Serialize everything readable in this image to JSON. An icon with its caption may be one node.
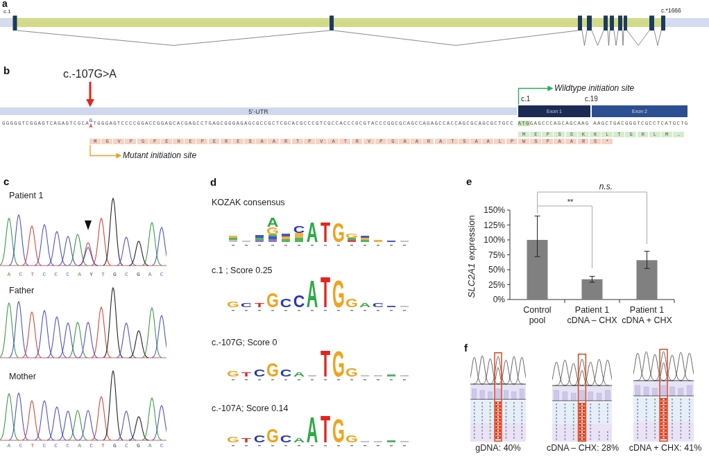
{
  "diagram": {
    "nodes": [
      {
        "text": [
          "c.-107G>A"
        ]
      },
      {
        "text": [
          "Wildtype initiation site"
        ]
      },
      {
        "text": [
          "5’-UTR"
        ]
      },
      {
        "text": [
          "Exon 1"
        ]
      },
      {
        "text": [
          "Exon 2"
        ]
      },
      {
        "text": [
          "M G V P G P E H E P E R E S A A R T P V A T R V P G A A R A T S A A L P W S P A A R S *"
        ]
      },
      {
        "text": [
          "Mutant initiation site"
        ]
      }
    ],
    "edges": [
      {
        "from": 0,
        "to": 2,
        "arrow": "to",
        "style": "thick",
        "color": "#e5231b"
      },
      {
        "from": 3,
        "to": 1,
        "arrow": "to",
        "color": "#22b05a"
      },
      {
        "from": 5,
        "to": 6,
        "arrow": "to",
        "color": "#f29c2f"
      }
    ],
    "labels": [
      "a",
      "c.1",
      "c.*1666",
      "b",
      "c.1",
      "c.19",
      "GGGGGTCGGAGTCAGAGTCGCA",
      "G",
      "A",
      "TGGGAGTCCCCGGACCGGAGCACGAGCCTGAGCGGGAGAGCGCCGCTCGCACGCCCGTCGCCACCCGCGTACCCGGCGCAGCCAGAGCCACCAGCGCAGCGCTGCC",
      "ATG",
      "GAGCCCAGCAGCAAG AAGCTGACGGGTCGCCTCATGCTG",
      "M E P S S K K L T G R L M …",
      "c",
      "Patient 1",
      "A C T C C C A Y T G C G A C",
      "Father",
      "Mother",
      "A C T C C C A C T G C G A C",
      "d",
      "KOZAK consensus",
      "AG CATGG",
      "c.1 ; Score 0.25",
      "GC TGCCATGGAC",
      "c.-107G; Score 0",
      "GTCGCA TGG",
      "c.-107A; Score 0.14",
      "GTCGCAATGG",
      "e",
      "f",
      "gDNA: 40%",
      "cDNA – CHX: 28%",
      "cDNA + CHX: 41%"
    ],
    "chart_data": {
      "type": "bar",
      "ylabel": "*SLC2A1* expression",
      "categories": [
        "Control pool",
        "Patient 1 cDNA – CHX",
        "Patient 1 cDNA + CHX"
      ],
      "values": [
        100,
        34,
        66
      ],
      "errors": [
        [
          72,
          140
        ],
        [
          29,
          39
        ],
        [
          52,
          81
        ]
      ],
      "ylim": [
        0,
        150
      ],
      "yticks": [
        {
          "value": 0,
          "label": "0%"
        },
        {
          "value": 25,
          "label": "25%"
        },
        {
          "value": 50,
          "label": "50%"
        },
        {
          "value": 75,
          "label": "75%"
        },
        {
          "value": 100,
          "label": "100%"
        },
        {
          "value": 125,
          "label": "125%"
        },
        {
          "value": 150,
          "label": "150%"
        }
      ],
      "annotations": [
        {
          "text": "**"
        },
        {
          "text": "n.s."
        }
      ]
    }
  }
}
